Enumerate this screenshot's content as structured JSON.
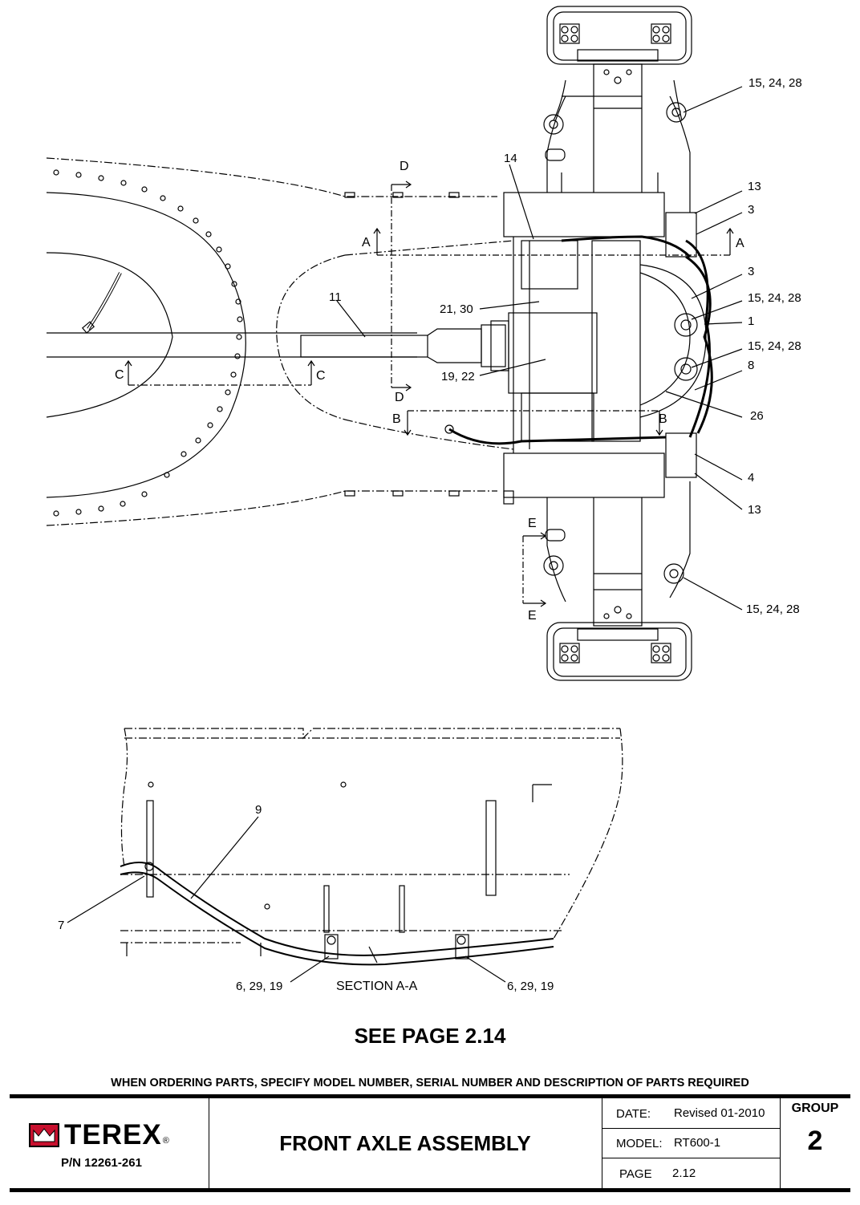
{
  "callouts": {
    "c_15_24_28_a": "15, 24, 28",
    "c_14": "14",
    "c_13_a": "13",
    "c_3_a": "3",
    "c_3_b": "3",
    "c_15_24_28_b": "15, 24, 28",
    "c_1": "1",
    "c_15_24_28_c": "15, 24, 28",
    "c_8": "8",
    "c_11": "11",
    "c_21_30": "21, 30",
    "c_19_22": "19, 22",
    "c_26": "26",
    "c_4": "4",
    "c_13_b": "13",
    "c_15_24_28_d": "15, 24, 28",
    "c_9": "9",
    "c_7": "7",
    "c_6_29_19_a": "6, 29, 19",
    "c_6_29_19_b": "6, 29, 19"
  },
  "section_marks": {
    "D": "D",
    "A": "A",
    "C": "C",
    "B": "B",
    "E": "E"
  },
  "section_label": "SECTION A-A",
  "see_page": "SEE PAGE 2.14",
  "order_note": "WHEN ORDERING PARTS, SPECIFY MODEL NUMBER, SERIAL NUMBER AND DESCRIPTION OF PARTS REQUIRED",
  "title_block": {
    "logo_text": "TEREX",
    "logo_registered": "®",
    "part_number": "P/N 12261-261",
    "title": "FRONT AXLE ASSEMBLY",
    "date_label": "DATE:",
    "date_value": "Revised 01-2010",
    "model_label": "MODEL:",
    "model_value": "RT600-1",
    "page_label": "PAGE",
    "page_value": "2.12",
    "group_label": "GROUP",
    "group_value": "2"
  },
  "colors": {
    "line": "#000000",
    "logo_red": "#c8102e",
    "background": "#ffffff"
  }
}
